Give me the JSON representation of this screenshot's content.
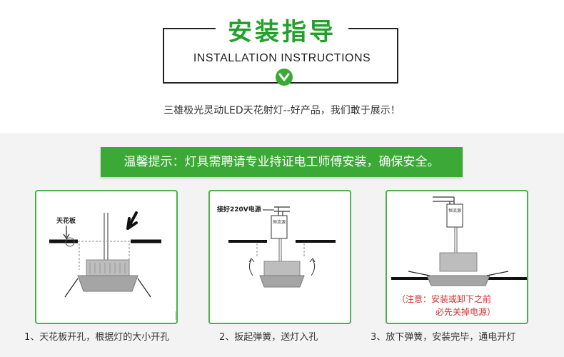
{
  "header": {
    "title_cn": "安装指导",
    "title_en": "INSTALLATION INSTRUCTIONS",
    "tagline": "三雄极光灵动LED天花射灯--好产品，我们敢于展示！",
    "accent_color": "#3aa935",
    "chevron_icon": "chevron-down-icon"
  },
  "notice": {
    "text": "温馨提示：灯具需聘请专业持证电工师傅安装，确保安全。"
  },
  "steps": [
    {
      "label_ceiling": "天花板",
      "caption": "1、天花板开孔，根据灯的大小开孔"
    },
    {
      "label_power": "接好220V电源",
      "driver": "恒流源",
      "caption": "2、扳起弹簧，送灯入孔"
    },
    {
      "driver": "恒流源",
      "warning_line1": "（注意：安装或卸下之前",
      "warning_line2": "必先关掉电源）",
      "caption": "3、放下弹簧，安装完毕，通电开灯"
    }
  ]
}
